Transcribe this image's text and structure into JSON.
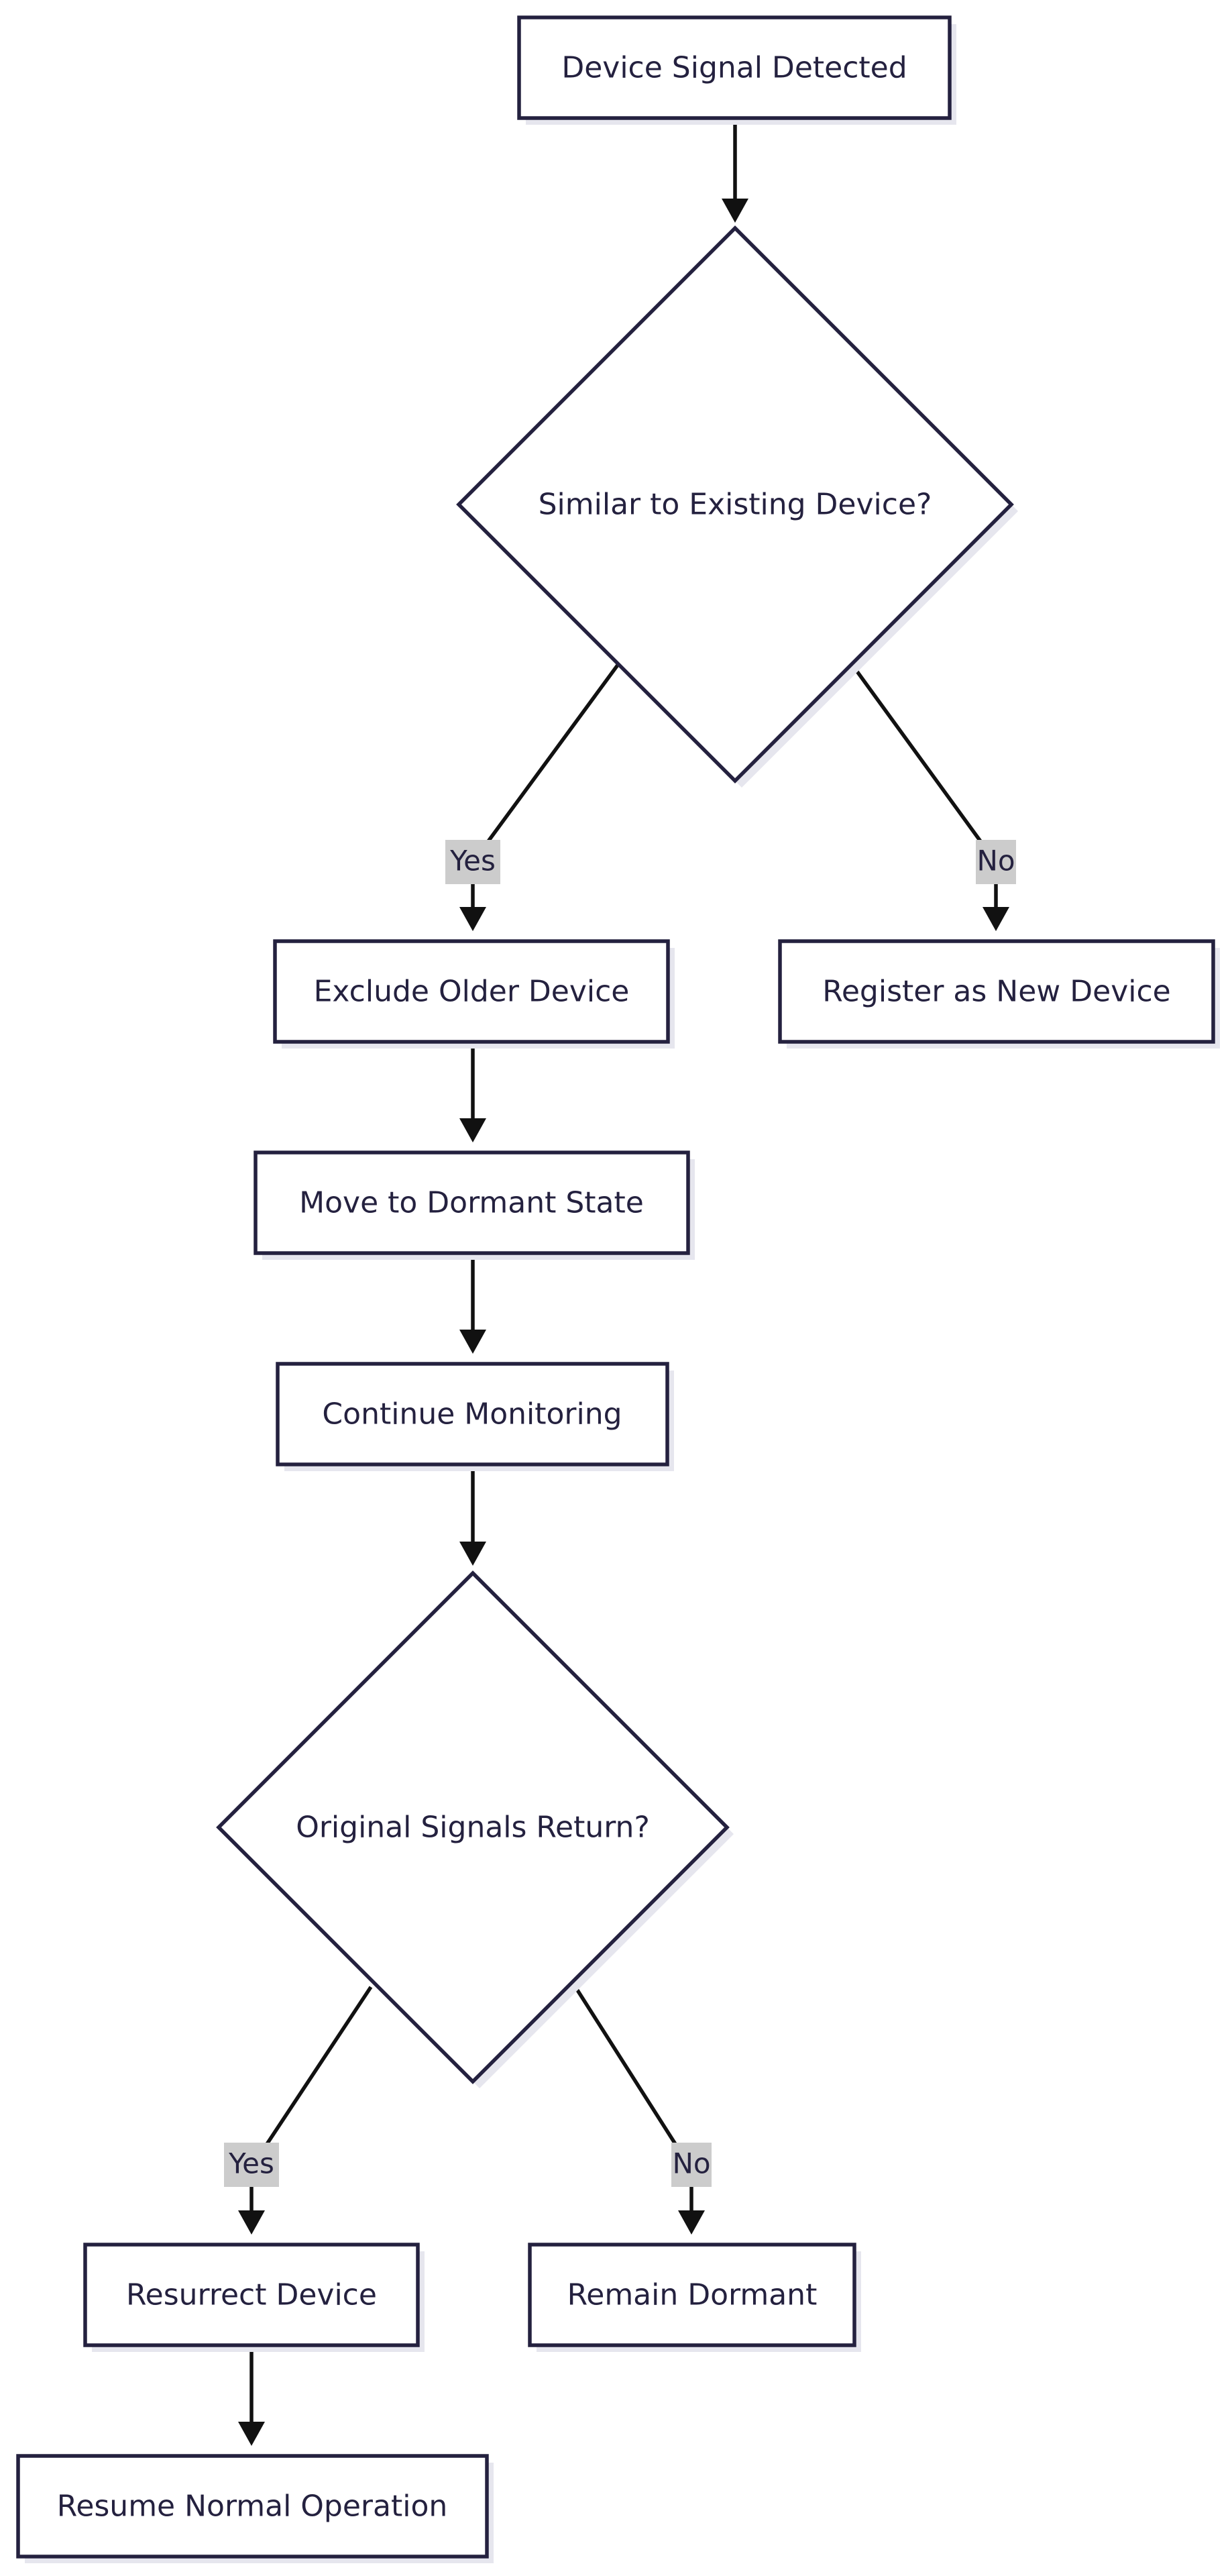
{
  "colors": {
    "node_fill": "#ffffff",
    "node_stroke": "#24213f",
    "edge": "#111111",
    "edge_label_bg": "#cccccc",
    "text": "#24213f"
  },
  "nodes": {
    "device_signal_detected": "Device Signal Detected",
    "similar_to_existing": "Similar to Existing Device?",
    "exclude_older_device": "Exclude Older Device",
    "register_new_device": "Register as New Device",
    "move_to_dormant": "Move to Dormant State",
    "continue_monitoring": "Continue Monitoring",
    "original_signals_return": "Original Signals Return?",
    "resurrect_device": "Resurrect Device",
    "remain_dormant": "Remain Dormant",
    "resume_normal_operation": "Resume Normal Operation"
  },
  "edge_labels": {
    "similar_yes": "Yes",
    "similar_no": "No",
    "return_yes": "Yes",
    "return_no": "No"
  }
}
